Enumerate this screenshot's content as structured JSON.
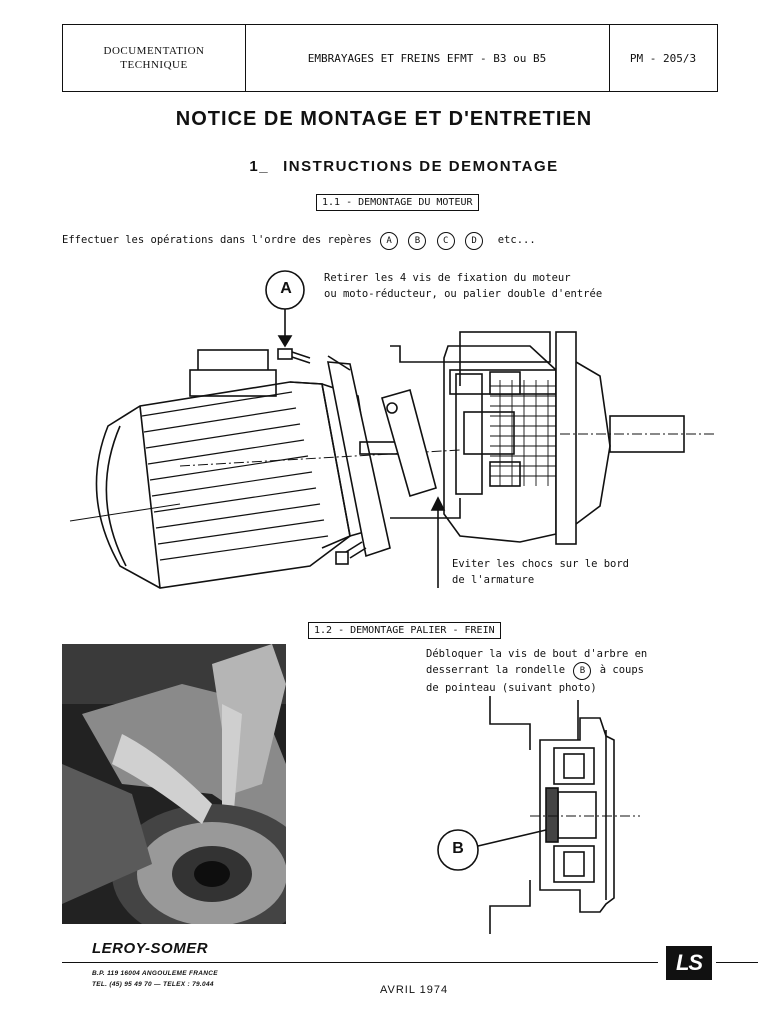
{
  "header": {
    "left_line1": "DOCUMENTATION",
    "left_line2": "TECHNIQUE",
    "center": "EMBRAYAGES ET FREINS EFMT - B3 ou B5",
    "right": "PM - 205/3"
  },
  "title": "NOTICE DE MONTAGE ET D'ENTRETIEN",
  "section1": {
    "number": "1_",
    "title": "INSTRUCTIONS DE DEMONTAGE"
  },
  "sub1_1": {
    "label": "1.1 - DEMONTAGE DU MOTEUR",
    "intro": "Effectuer les opérations dans l'ordre des repères",
    "marks": [
      "A",
      "B",
      "C",
      "D"
    ],
    "intro_end": "etc...",
    "callout_a": "A",
    "note_a_line1": "Retirer les 4 vis de fixation du moteur",
    "note_a_line2": "ou moto-réducteur, ou palier double d'entrée",
    "note_edge_line1": "Eviter les chocs sur le bord",
    "note_edge_line2": "de l'armature"
  },
  "sub1_2": {
    "label": "1.2 - DEMONTAGE PALIER - FREIN",
    "note_line1": "Débloquer la vis de bout d'arbre en",
    "note_line2_pre": "desserrant la rondelle",
    "note_line2_mark": "B",
    "note_line2_post": "à coups",
    "note_line3": "de pointeau (suivant photo)",
    "callout_b": "B"
  },
  "footer": {
    "brand": "LEROY-SOMER",
    "address_line1": "B.P. 119 16004 ANGOULEME FRANCE",
    "address_line2": "TEL. (45) 95 49 70 — TELEX : 79.044",
    "date": "AVRIL  1974",
    "logo": "LS"
  }
}
